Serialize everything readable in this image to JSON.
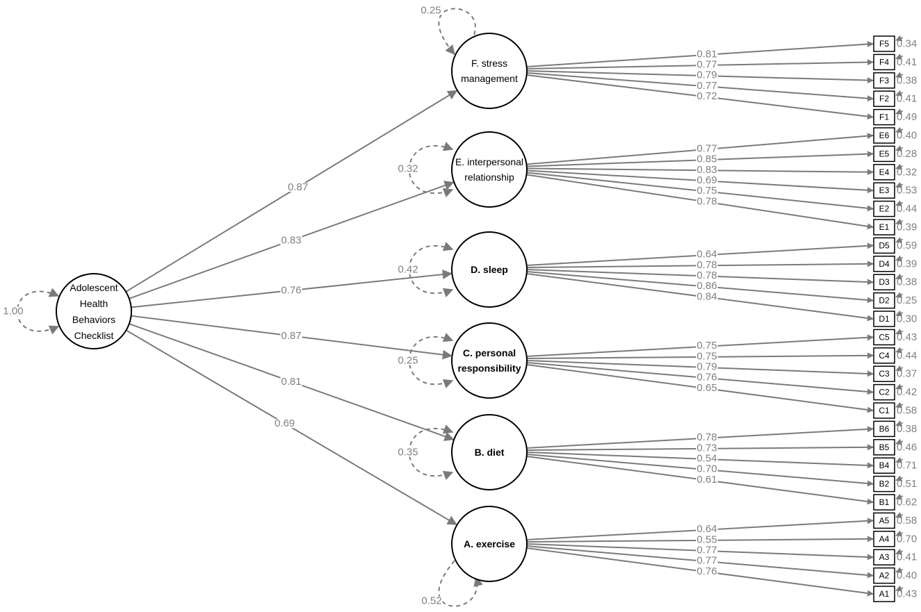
{
  "root": {
    "id": "AHBC",
    "lines": [
      "Adolescent",
      "Health",
      "Behaviors",
      "Checklist"
    ],
    "variance": "1.00"
  },
  "factors": [
    {
      "id": "F",
      "lines": [
        "F. stress",
        "management"
      ],
      "bold": false,
      "loading": "0.87",
      "variance": "0.25",
      "items": [
        {
          "name": "F5",
          "loading": "0.81",
          "residual": "0.34"
        },
        {
          "name": "F4",
          "loading": "0.77",
          "residual": "0.41"
        },
        {
          "name": "F3",
          "loading": "0.79",
          "residual": "0.38"
        },
        {
          "name": "F2",
          "loading": "0.77",
          "residual": "0.41"
        },
        {
          "name": "F1",
          "loading": "0.72",
          "residual": "0.49"
        }
      ]
    },
    {
      "id": "E",
      "lines": [
        "E. interpersonal",
        "relationship"
      ],
      "bold": false,
      "loading": "0.83",
      "variance": "0.32",
      "items": [
        {
          "name": "E6",
          "loading": "0.77",
          "residual": "0.40"
        },
        {
          "name": "E5",
          "loading": "0.85",
          "residual": "0.28"
        },
        {
          "name": "E4",
          "loading": "0.83",
          "residual": "0.32"
        },
        {
          "name": "E3",
          "loading": "0.69",
          "residual": "0.53"
        },
        {
          "name": "E2",
          "loading": "0.75",
          "residual": "0.44"
        },
        {
          "name": "E1",
          "loading": "0.78",
          "residual": "0.39"
        }
      ]
    },
    {
      "id": "D",
      "lines": [
        "D. sleep"
      ],
      "bold": true,
      "loading": "0.76",
      "variance": "0.42",
      "items": [
        {
          "name": "D5",
          "loading": "0.64",
          "residual": "0.59"
        },
        {
          "name": "D4",
          "loading": "0.78",
          "residual": "0.39"
        },
        {
          "name": "D3",
          "loading": "0.78",
          "residual": "0.38"
        },
        {
          "name": "D2",
          "loading": "0.86",
          "residual": "0.25"
        },
        {
          "name": "D1",
          "loading": "0.84",
          "residual": "0.30"
        }
      ]
    },
    {
      "id": "C",
      "lines": [
        "C. personal",
        "responsibility"
      ],
      "bold": true,
      "loading": "0.87",
      "variance": "0.25",
      "items": [
        {
          "name": "C5",
          "loading": "0.75",
          "residual": "0.43"
        },
        {
          "name": "C4",
          "loading": "0.75",
          "residual": "0.44"
        },
        {
          "name": "C3",
          "loading": "0.79",
          "residual": "0.37"
        },
        {
          "name": "C2",
          "loading": "0.76",
          "residual": "0.42"
        },
        {
          "name": "C1",
          "loading": "0.65",
          "residual": "0.58"
        }
      ]
    },
    {
      "id": "B",
      "lines": [
        "B. diet"
      ],
      "bold": true,
      "loading": "0.81",
      "variance": "0.35",
      "items": [
        {
          "name": "B6",
          "loading": "0.78",
          "residual": "0.38"
        },
        {
          "name": "B5",
          "loading": "0.73",
          "residual": "0.46"
        },
        {
          "name": "B4",
          "loading": "0.54",
          "residual": "0.71"
        },
        {
          "name": "B2",
          "loading": "0.70",
          "residual": "0.51"
        },
        {
          "name": "B1",
          "loading": "0.61",
          "residual": "0.62"
        }
      ]
    },
    {
      "id": "A",
      "lines": [
        "A. exercise"
      ],
      "bold": true,
      "loading": "0.69",
      "variance": "0.52",
      "items": [
        {
          "name": "A5",
          "loading": "0.64",
          "residual": "0.58"
        },
        {
          "name": "A4",
          "loading": "0.55",
          "residual": "0.70"
        },
        {
          "name": "A3",
          "loading": "0.77",
          "residual": "0.41"
        },
        {
          "name": "A2",
          "loading": "0.77",
          "residual": "0.40"
        },
        {
          "name": "A1",
          "loading": "0.76",
          "residual": "0.43"
        }
      ]
    }
  ]
}
